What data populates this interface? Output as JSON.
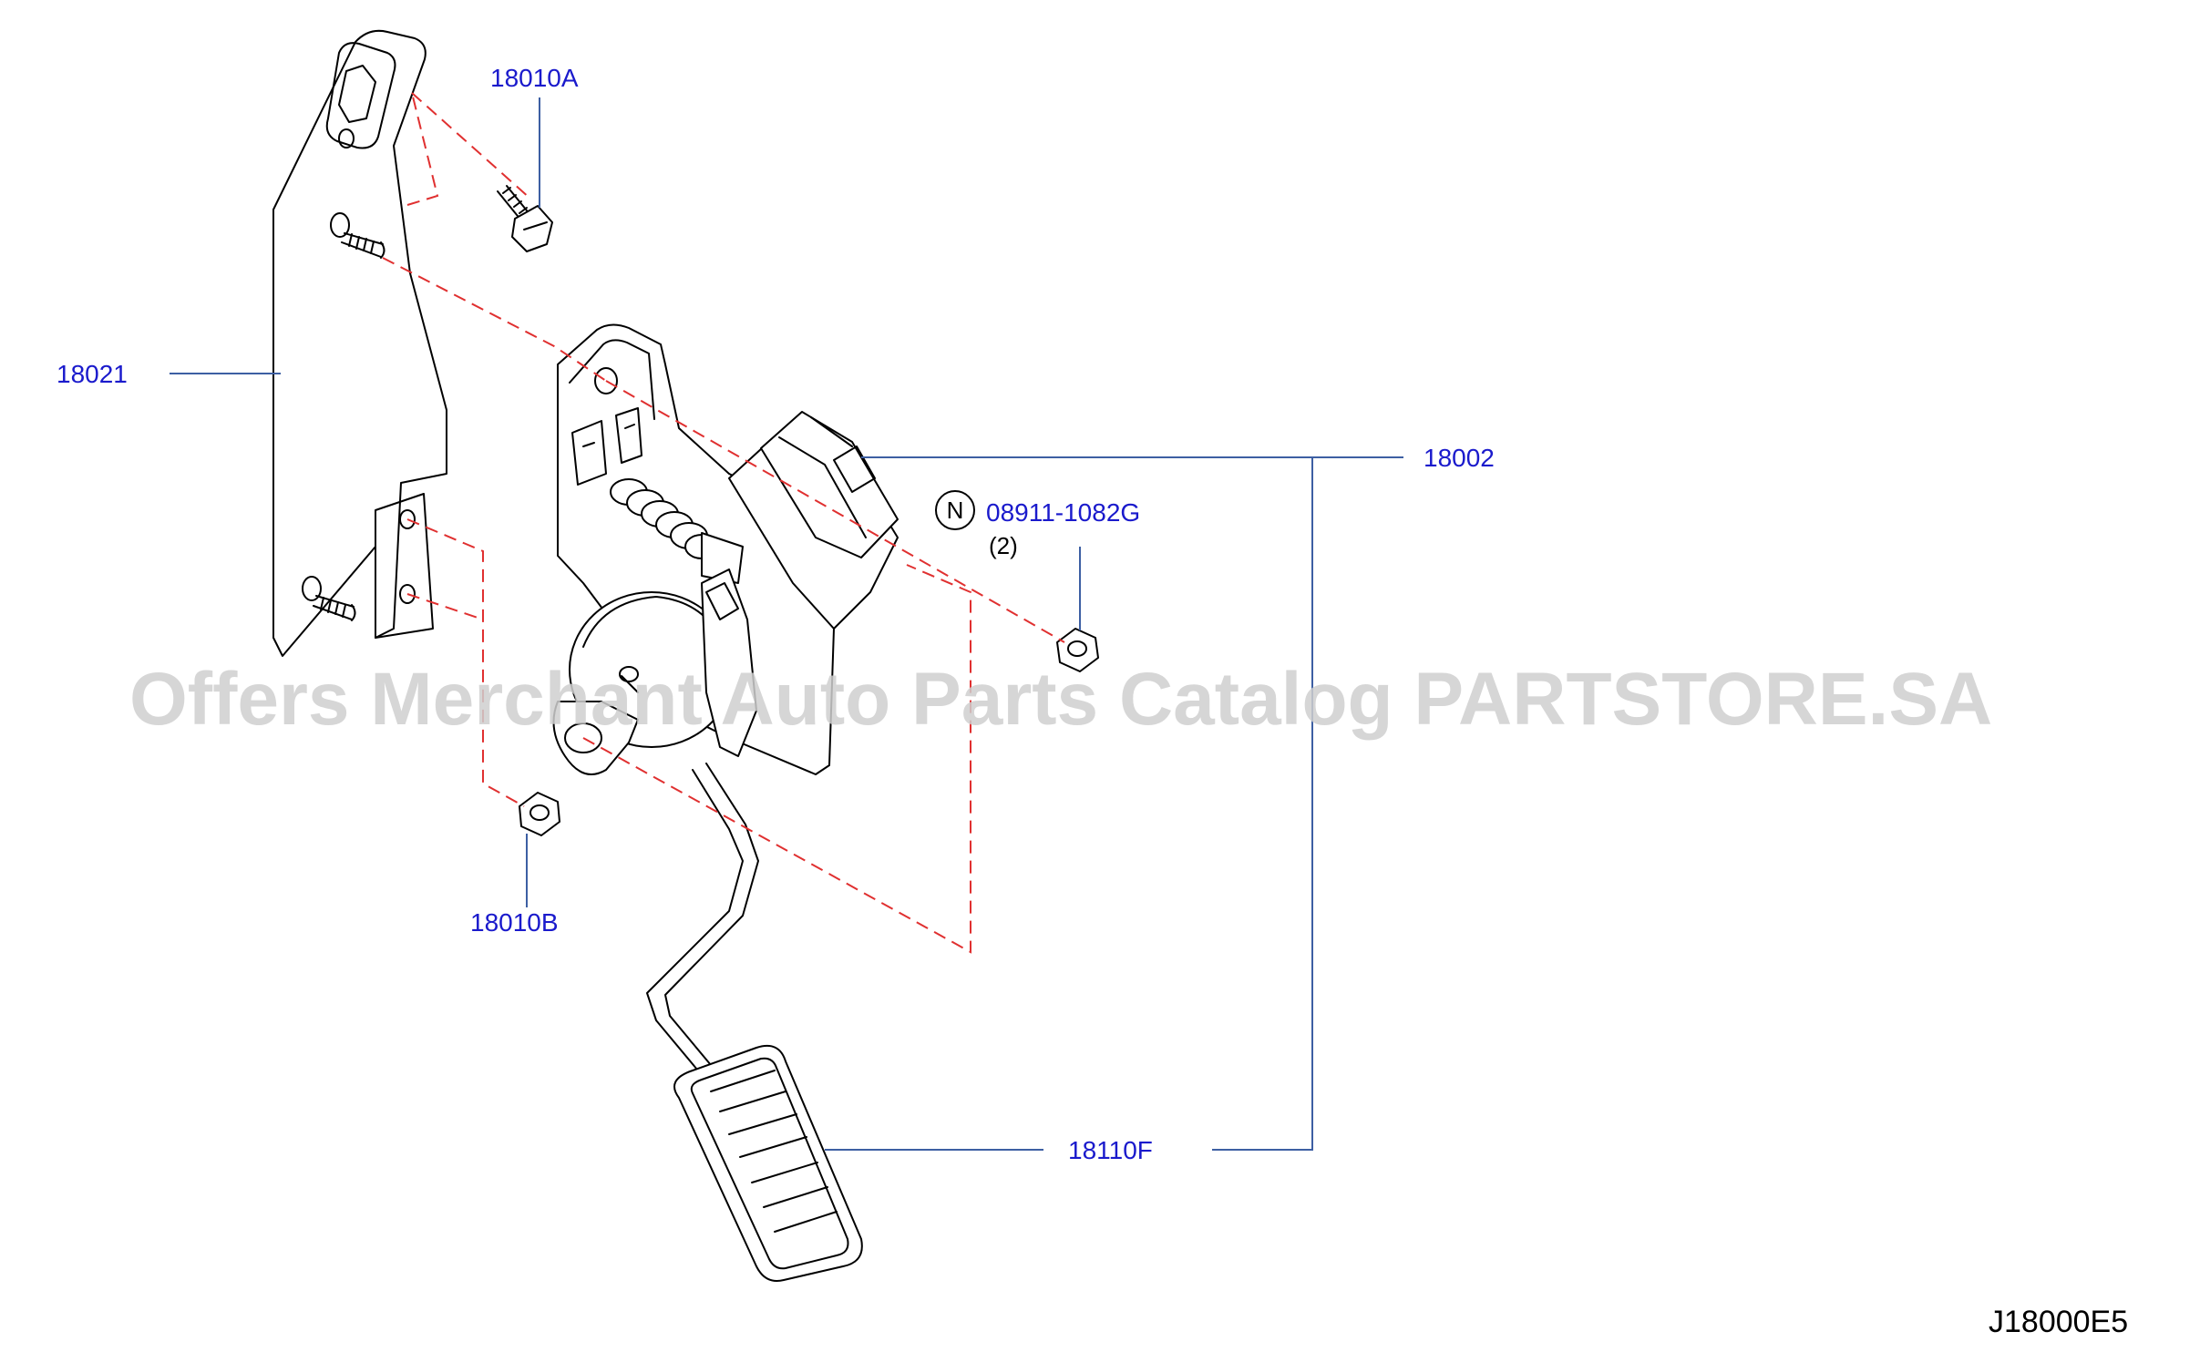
{
  "callouts": {
    "p18010A": "18010A",
    "p18021": "18021",
    "p18002": "18002",
    "p08911": "08911-1082G",
    "p08911_qty": "(2)",
    "p08911_symbol": "N",
    "p18010B": "18010B",
    "p18110F": "18110F"
  },
  "diagram_code": "J18000E5",
  "watermark": "Offers Merchant Auto Parts Catalog PARTSTORE.SA",
  "colors": {
    "callout_text": "#1a1acc",
    "leader_line": "#3d5fa3",
    "assembly_dash": "#e03030"
  }
}
